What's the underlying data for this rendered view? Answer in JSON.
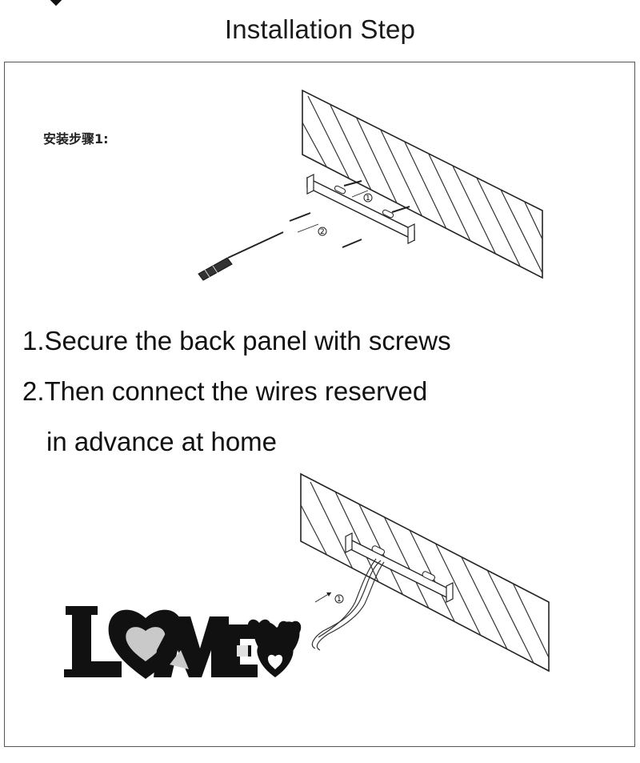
{
  "page": {
    "title": "Installation Step"
  },
  "step": {
    "label": "安装步骤1:",
    "callouts": [
      "1",
      "2"
    ]
  },
  "instructions": {
    "line1": "1.Secure the back panel with screws",
    "line2": "2.Then connect the wires reserved",
    "line3": "in advance at home"
  },
  "bottom_diagram": {
    "callout": "1"
  },
  "colors": {
    "text": "#111111",
    "border": "#555555",
    "illustration": "#222222"
  },
  "icons": [
    "wall-panel-icon",
    "mounting-bracket-icon",
    "screw-icon",
    "screwdriver-icon",
    "wire-icon",
    "love-sign-icon"
  ]
}
